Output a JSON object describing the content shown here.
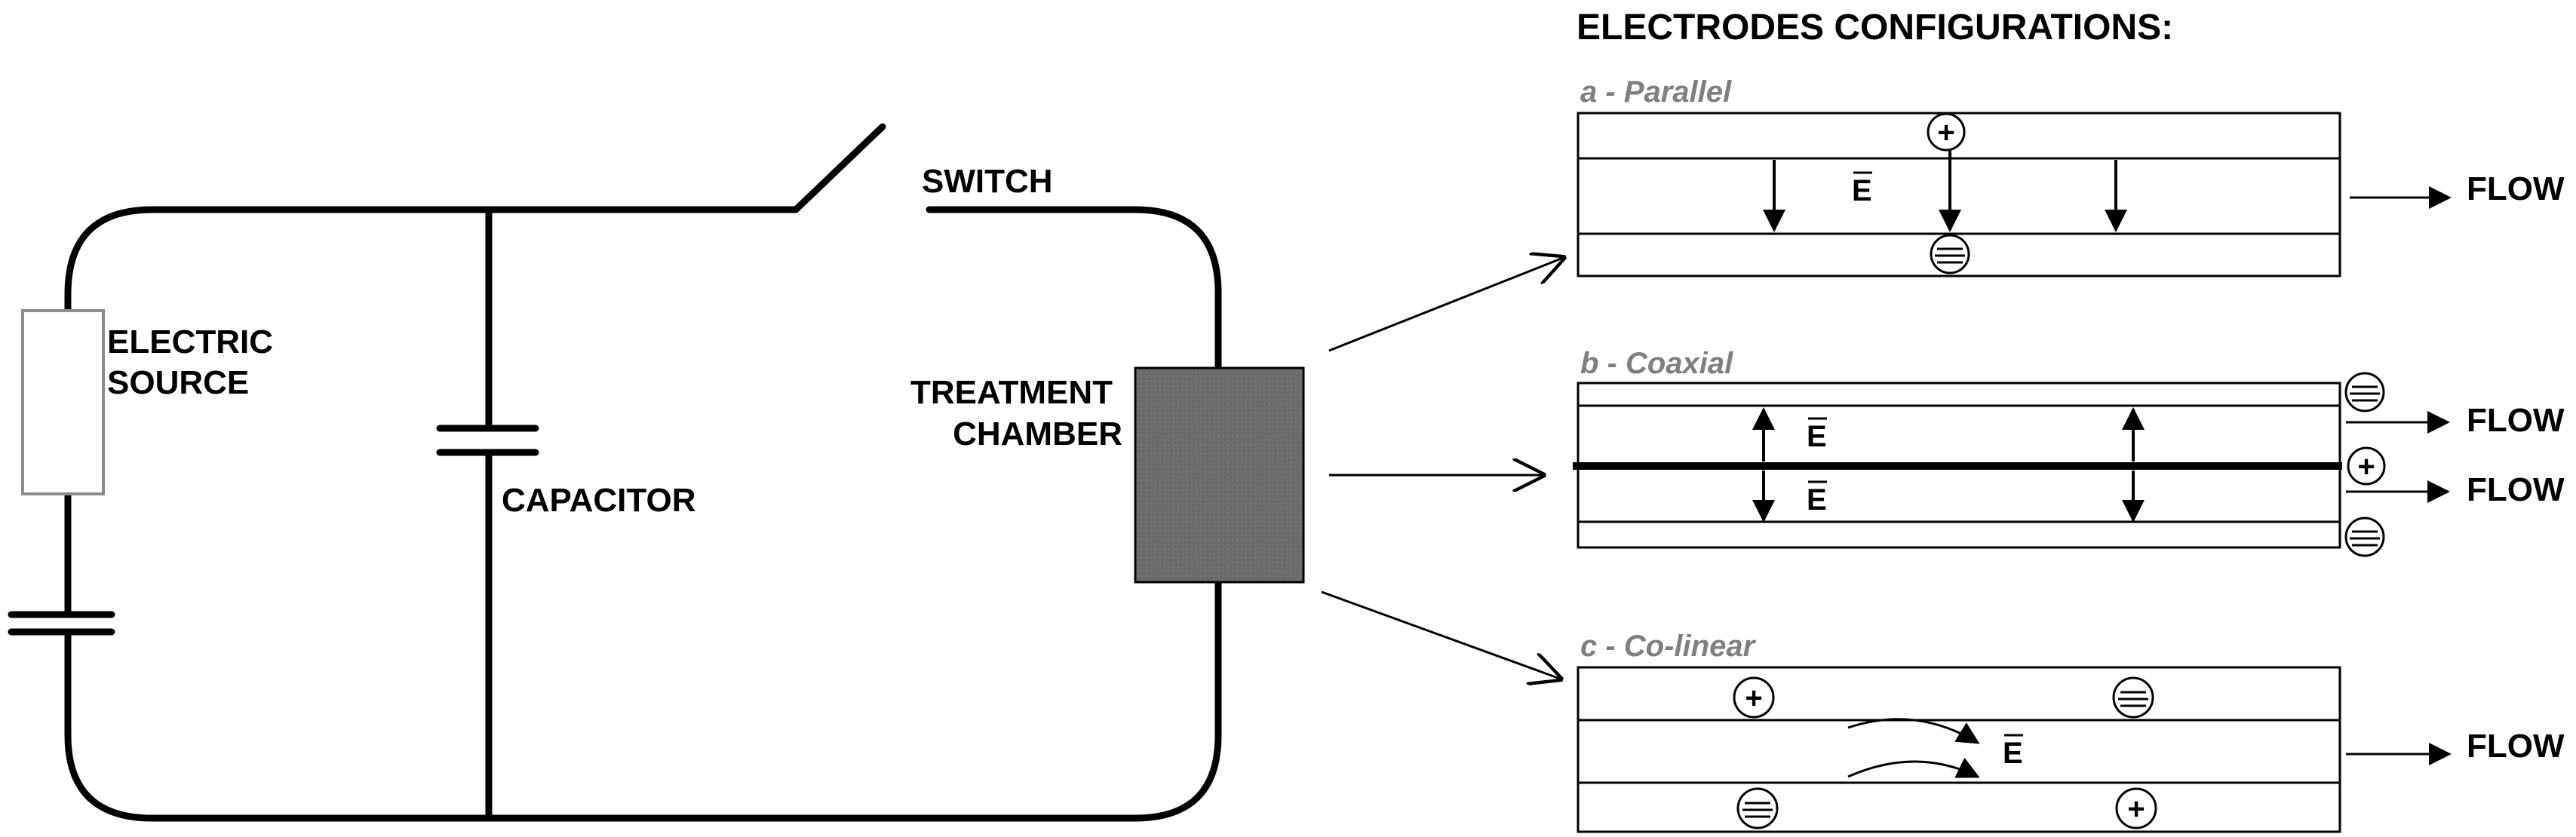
{
  "labels": {
    "electric_source_line1": "ELECTRIC",
    "electric_source_line2": "SOURCE",
    "capacitor": "CAPACITOR",
    "switch": "SWITCH",
    "treatment_chamber_line1": "TREATMENT",
    "treatment_chamber_line2": "CHAMBER"
  },
  "configurations": {
    "heading": "ELECTRODES CONFIGURATIONS:",
    "items": [
      {
        "label": "a - Parallel"
      },
      {
        "label": "b - Coaxial"
      },
      {
        "label": "c - Co-linear"
      }
    ],
    "flow_label": "FLOW",
    "field_symbol": "E"
  },
  "colors": {
    "chamber_fill": "#6b6b6b",
    "source_stroke": "#8c8c8c",
    "subtitle_text": "#7f7f7f"
  }
}
